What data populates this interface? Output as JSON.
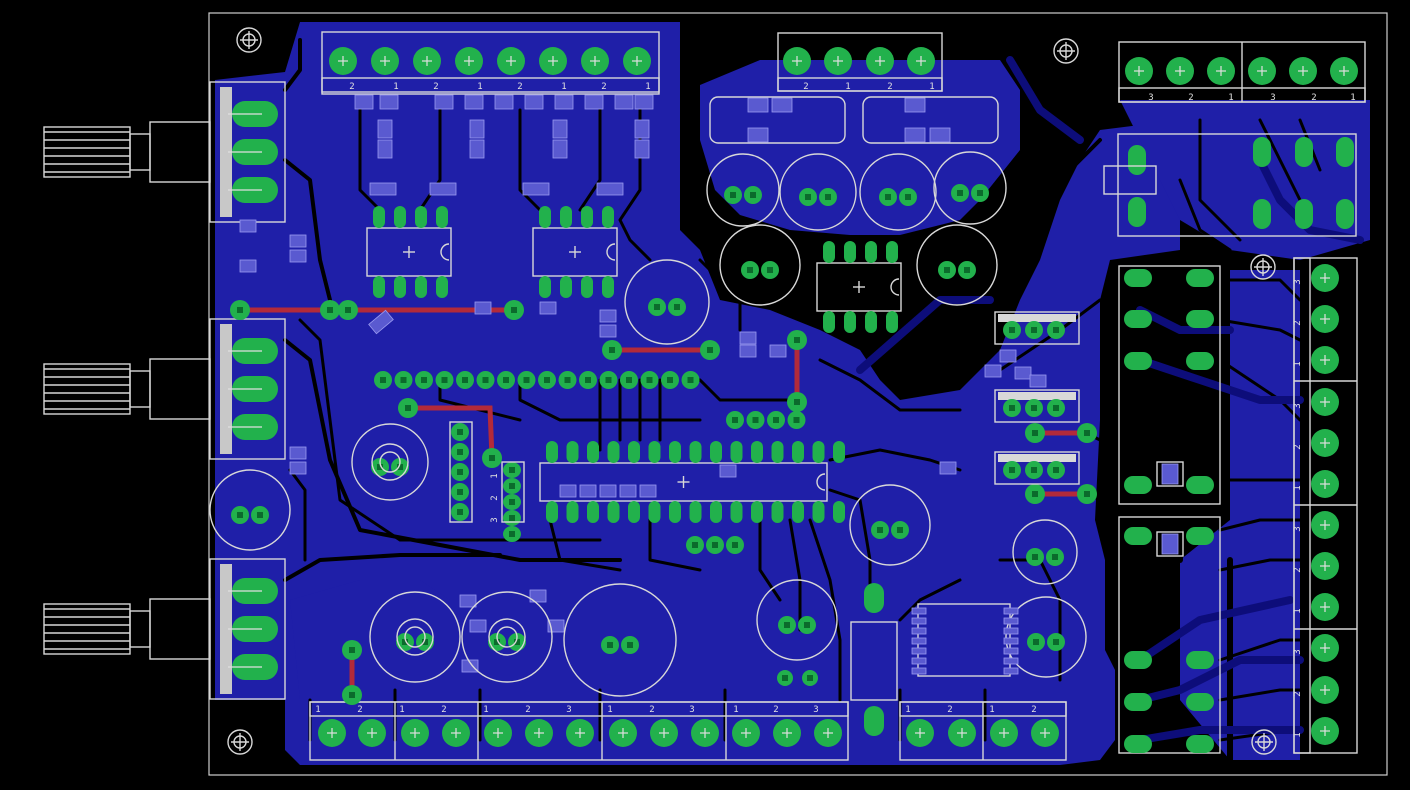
{
  "board": {
    "background": "#000000",
    "copper_color": "#1f1fa8",
    "pad_color": "#22b14c",
    "top_trace_color": "#b32a3a",
    "silk_color": "#d8d8d8"
  },
  "labels": {
    "top_header_pins": [
      "2",
      "1",
      "2",
      "1",
      "2",
      "1",
      "2",
      "1"
    ],
    "mid_header_pins": [
      "2",
      "1",
      "2",
      "1"
    ],
    "tr_header_pins": [
      "3",
      "2",
      "1",
      "3",
      "2",
      "1"
    ],
    "right_terminal_pins": [
      "3",
      "2",
      "1",
      "3",
      "2",
      "1",
      "3",
      "2",
      "1",
      "3",
      "2",
      "1"
    ],
    "bottom_terminal_pins": [
      "1",
      "2",
      "1",
      "2",
      "1",
      "2",
      "3",
      "1",
      "2",
      "3",
      "1",
      "2",
      "3",
      "1",
      "2",
      "1",
      "2"
    ],
    "jumper_pins": [
      "1",
      "2",
      "3"
    ]
  }
}
